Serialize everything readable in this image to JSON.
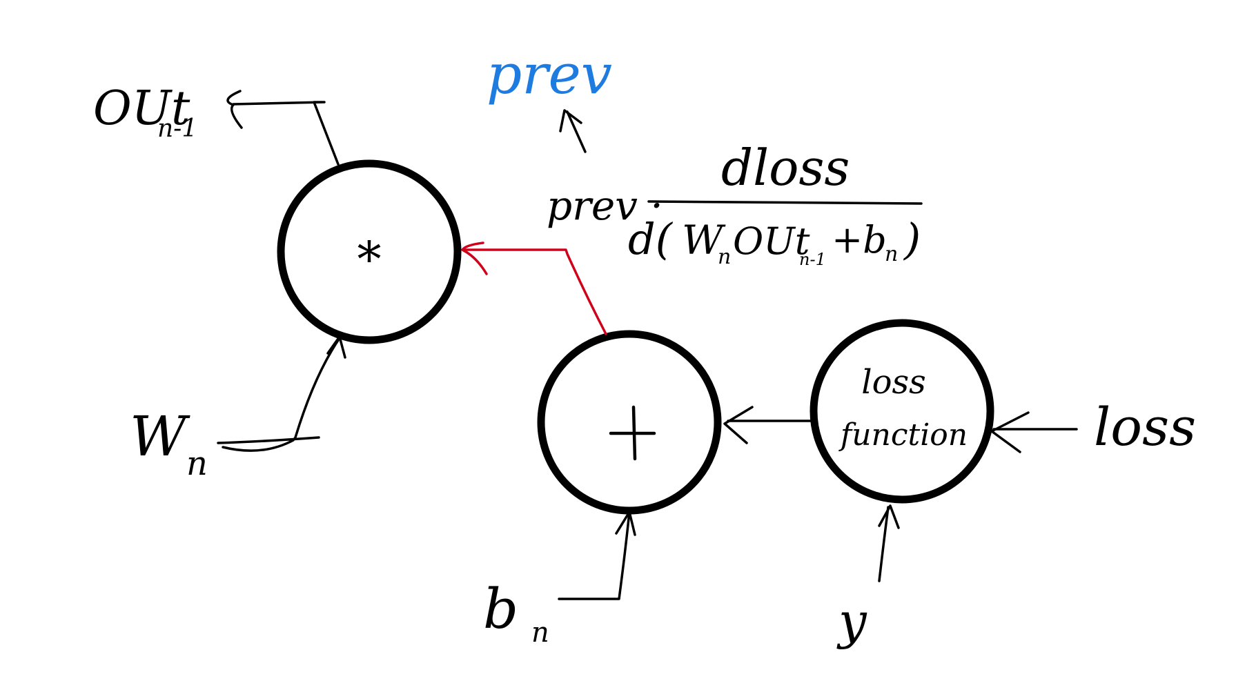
{
  "colors": {
    "ink": "#000000",
    "gradient_arrow": "#d0021b",
    "annotation": "#1e7be0",
    "background": "#ffffff"
  },
  "nodes": {
    "multiply": {
      "symbol": "*"
    },
    "add": {
      "symbol": "+"
    },
    "loss_function": {
      "line1": "loss",
      "line2": "function"
    }
  },
  "inputs": {
    "weight": {
      "base": "W",
      "sub": "n"
    },
    "bias": {
      "base": "b",
      "sub": "n"
    },
    "target": "y",
    "loss": "loss"
  },
  "outputs": {
    "out_prev": {
      "base": "OUt",
      "sub": "n-1"
    }
  },
  "annotations": {
    "prev_top": "prev",
    "formula": {
      "prefix": "prev ·",
      "numerator": "dloss",
      "denominator_open": "d(",
      "denominator_w": "W",
      "denominator_w_sub": "n",
      "denominator_out": "OUt",
      "denominator_out_sub": "n-1",
      "denominator_rest": "+b",
      "denominator_b_sub": "n",
      "denominator_close": ")"
    }
  }
}
